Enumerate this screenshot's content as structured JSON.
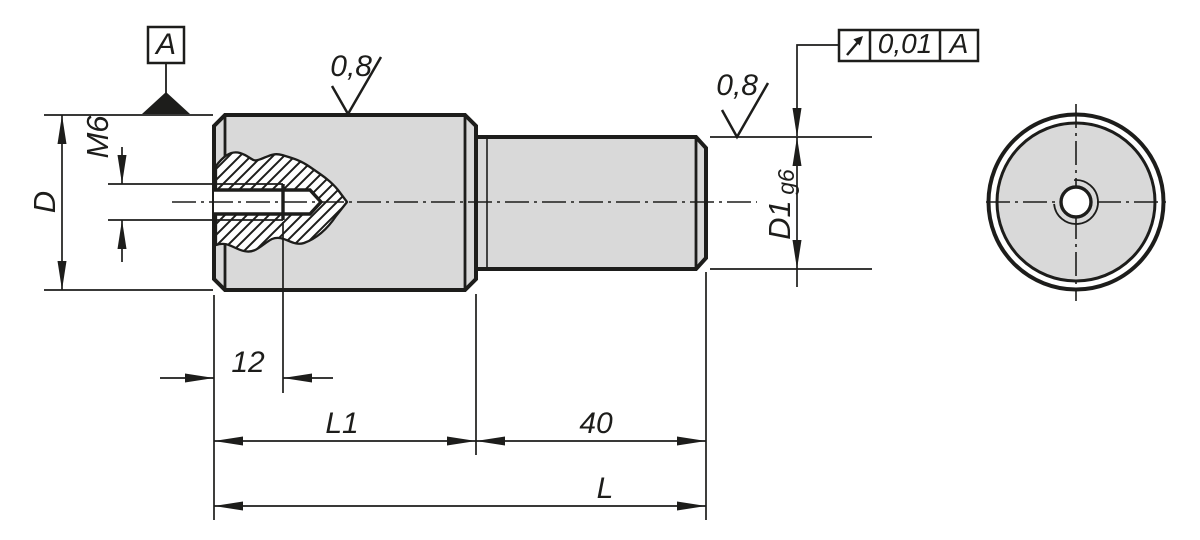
{
  "drawing": {
    "colors": {
      "line": "#1d1d1b",
      "body_fill": "#d9d9d9",
      "background": "#ffffff"
    },
    "datum": {
      "label": "A",
      "icon": "datum-triangle-icon"
    },
    "tolerance_frame": {
      "symbol_icon": "circular-runout-icon",
      "value": "0,01",
      "datum": "A"
    },
    "roughness": {
      "icon": "surface-roughness-check-icon",
      "large_cylinder": "0,8",
      "small_cylinder": "0,8"
    },
    "dimensions": {
      "outer_diameter": {
        "label": "D"
      },
      "thread": {
        "label": "M6"
      },
      "pin_diameter": {
        "label": "D1",
        "fit": "g6"
      },
      "thread_depth": {
        "label": "12"
      },
      "body_length": {
        "label": "L1"
      },
      "pin_length": {
        "label": "40"
      },
      "total_length": {
        "label": "L"
      }
    }
  }
}
